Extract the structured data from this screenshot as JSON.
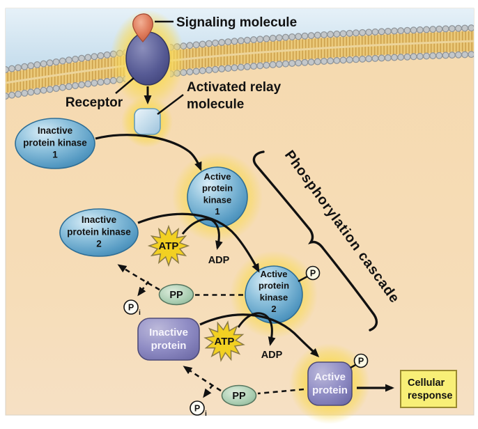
{
  "figure": {
    "signaling_molecule_label": "Signaling molecule",
    "receptor_label": "Receptor",
    "activated_relay_label": [
      "Activated relay",
      "molecule"
    ],
    "phosphorylation_cascade_label": "Phosphorylation cascade",
    "cellular_response_label": [
      "Cellular",
      "response"
    ]
  },
  "nodes": {
    "inactive_protein_kinase_1": [
      "Inactive",
      "protein kinase",
      "1"
    ],
    "active_protein_kinase_1": [
      "Active",
      "protein",
      "kinase",
      "1"
    ],
    "inactive_protein_kinase_2": [
      "Inactive",
      "protein kinase",
      "2"
    ],
    "active_protein_kinase_2": [
      "Active",
      "protein",
      "kinase",
      "2"
    ],
    "inactive_protein": [
      "Inactive",
      "protein"
    ],
    "active_protein": [
      "Active",
      "protein"
    ]
  },
  "molecules": {
    "atp": "ATP",
    "adp": "ADP",
    "phosphatase": "PP",
    "phosphate": "P",
    "phosphate_subscript": "i"
  },
  "colors": {
    "membrane_tan": "#eac878",
    "kinase_blue": "#5ea6cc",
    "protein_purple": "#8e8bc4",
    "glow_yellow": "#f8da5c",
    "atp_yellow": "#f2d022",
    "response_yellow": "#f8ef77",
    "phosphatase_green": "#a8ccb0",
    "sky_blue": "#cfe3f0",
    "cytoplasm_peach": "#f6dcb2"
  }
}
